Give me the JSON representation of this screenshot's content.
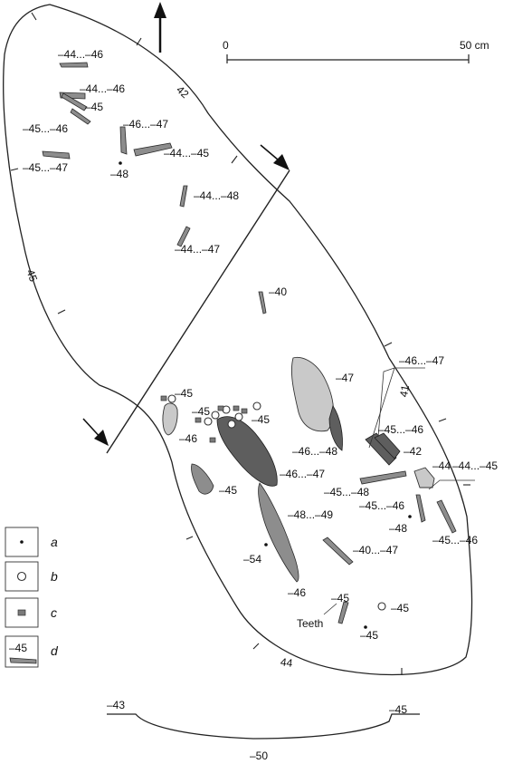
{
  "scale": {
    "start": "0",
    "end": "50 cm"
  },
  "contour_labels": [
    "42",
    "45",
    "41",
    "44"
  ],
  "depth_labels": [
    "–44...–46",
    "–44...–46",
    "–45",
    "–45...–46",
    "–46...–47",
    "–44...–45",
    "–45...–47",
    "–48",
    "–44...–48",
    "–44...–47",
    "–40",
    "–47",
    "–46...–47",
    "–45",
    "–45",
    "–45",
    "–46",
    "–46...–48",
    "–45...–46",
    "–42",
    "–44",
    "–44...–45",
    "–46...–47",
    "–45...–48",
    "–45...–46",
    "–48",
    "–45",
    "–48...–49",
    "–45...–46",
    "–54",
    "–40...–47",
    "–46",
    "–45",
    "–45",
    "–45"
  ],
  "teeth_label": "Teeth",
  "legend": [
    {
      "key": "a",
      "symbol": "dot"
    },
    {
      "key": "b",
      "symbol": "ochre-circle"
    },
    {
      "key": "c",
      "symbol": "pigment-square"
    },
    {
      "key": "d",
      "symbol": "artifact-depth",
      "sample": "–45"
    }
  ],
  "section": {
    "left": "–43",
    "right": "–45",
    "bottom": "–50"
  }
}
